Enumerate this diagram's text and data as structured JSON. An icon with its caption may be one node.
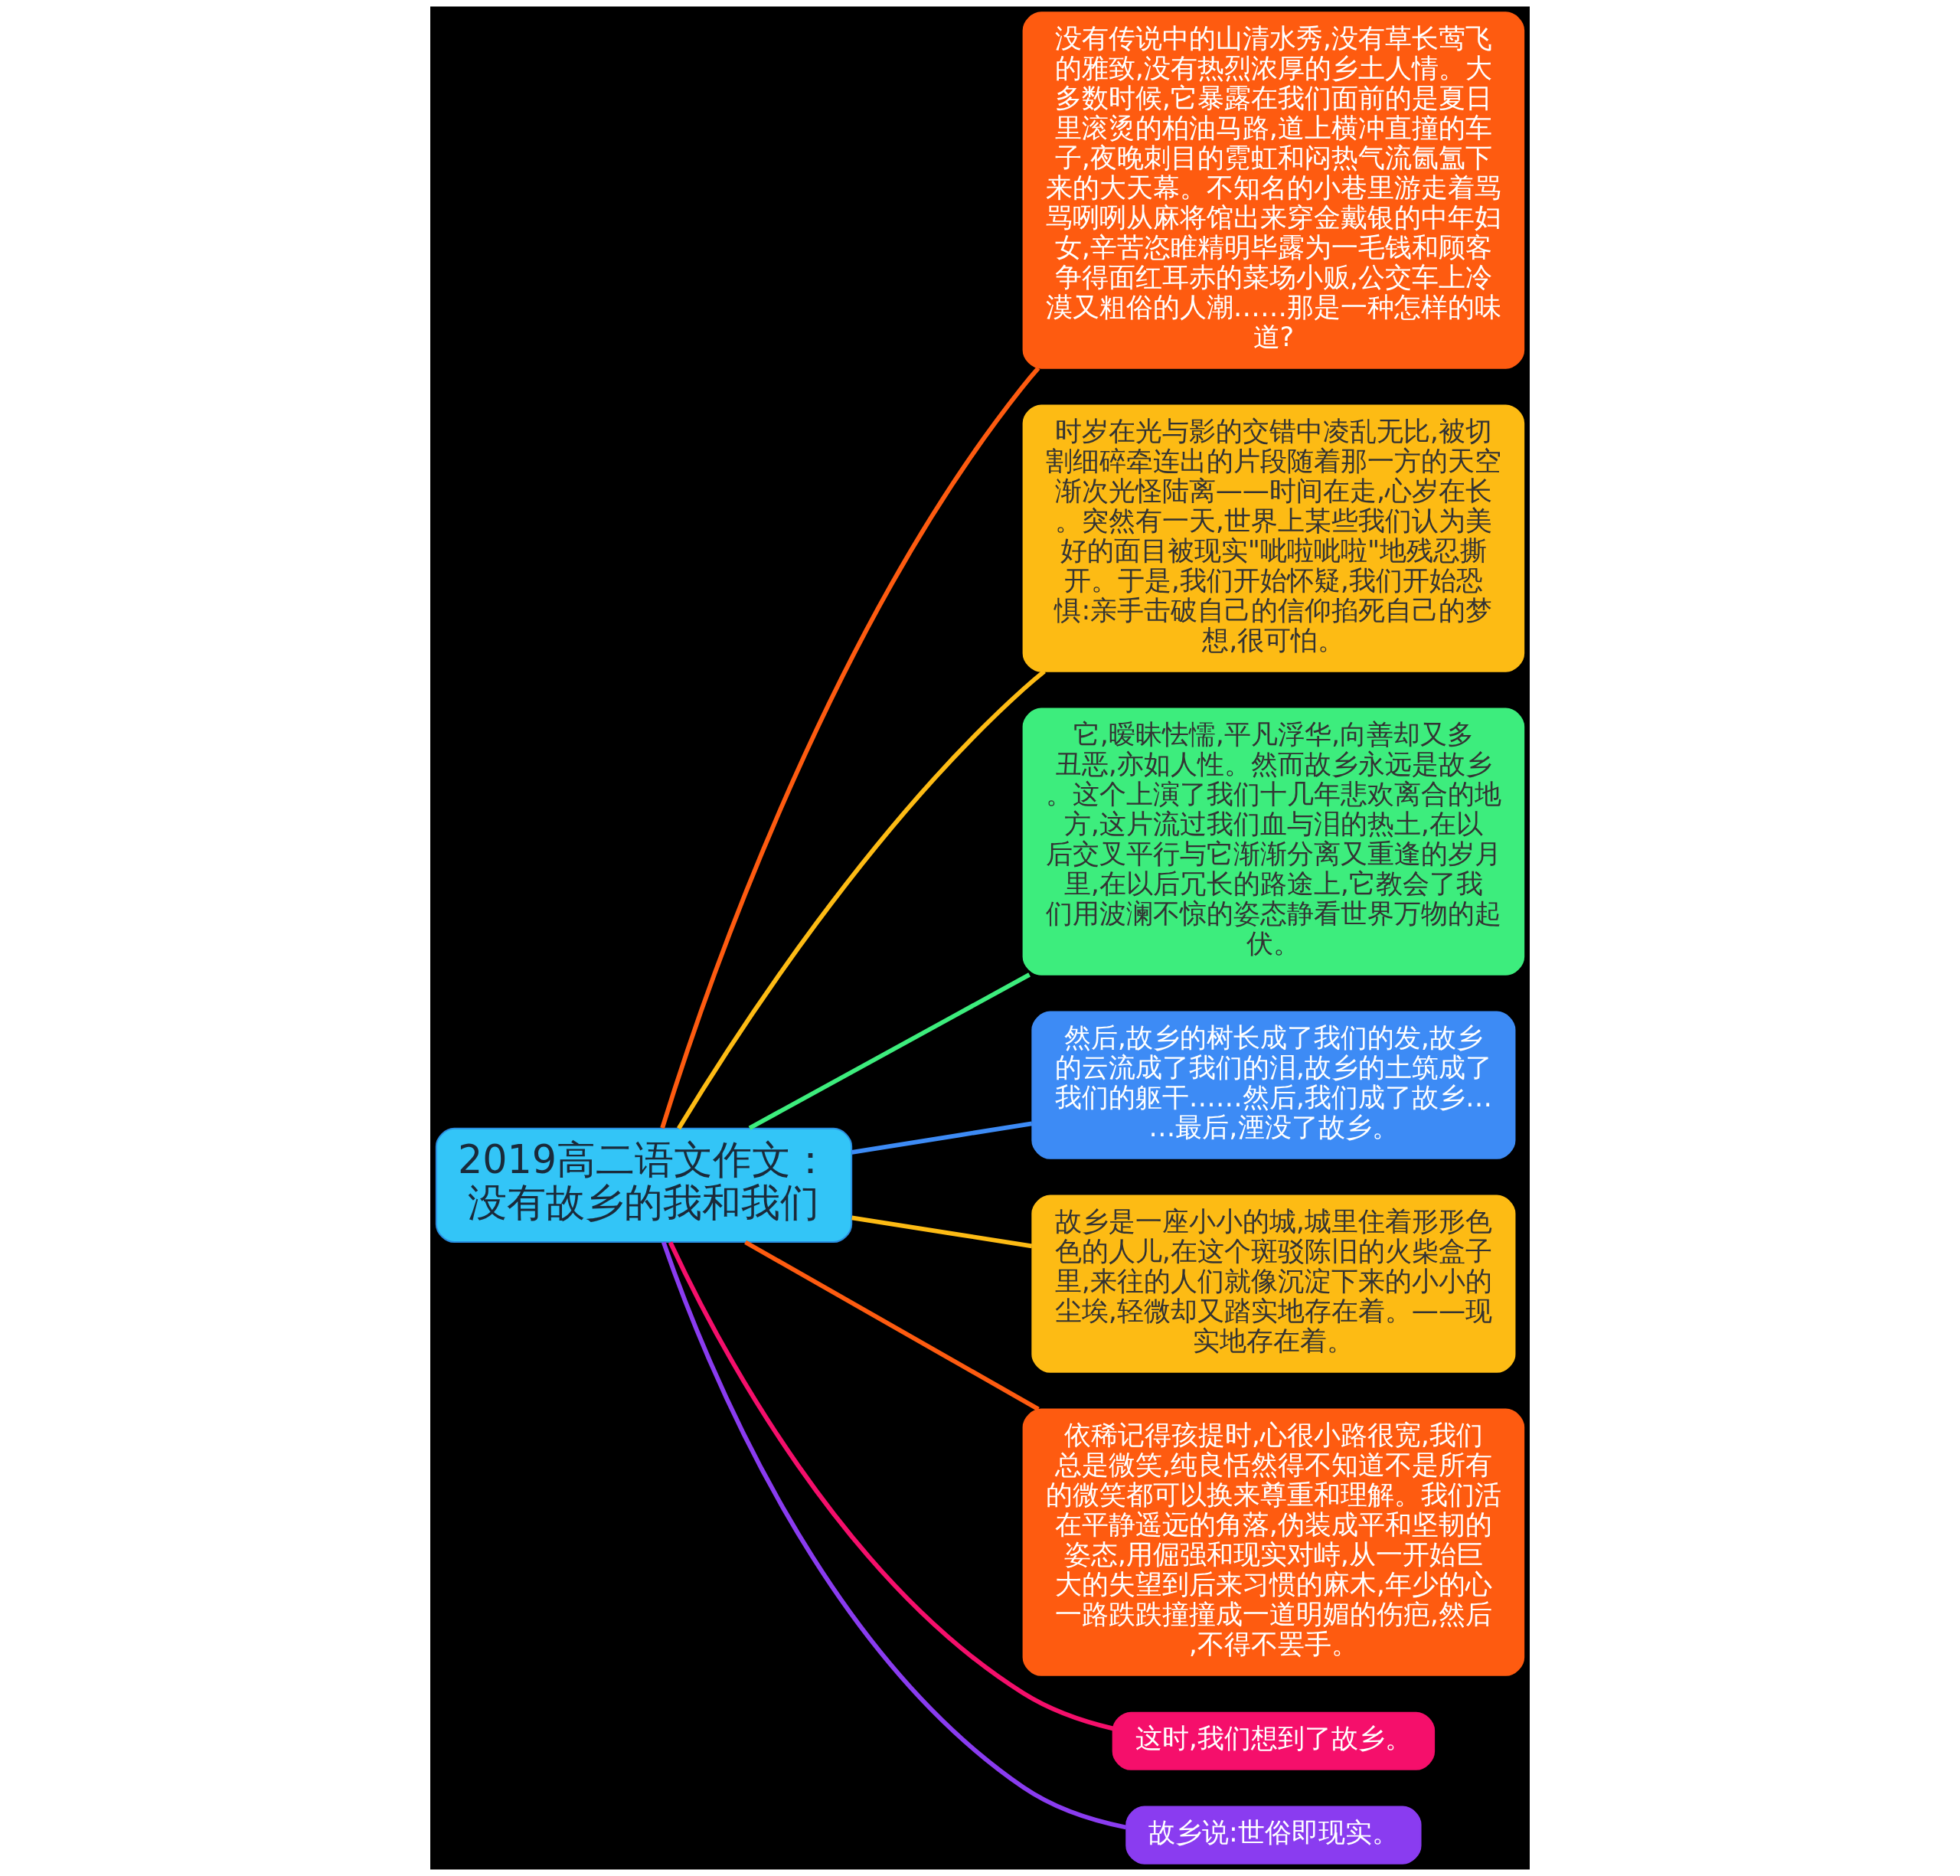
{
  "diagram": {
    "nodes": [
      {
        "text": [
          "2019高二语文作文：没有故乡的我和我们"
        ]
      },
      {
        "text": [
          "没有传说中的山清水秀,没有草长莺飞的雅致,没有热烈浓厚的乡土人情。大多数时候,它暴露在我们面前的是夏日里滚烫的柏油马路,道上横冲直撞的车子,夜晚刺目的霓虹和闷热气流氤氲下来的大天幕。不知名的小巷里游走着骂骂咧咧从麻将馆出来穿金戴银的中年妇女,辛苦恣睢精明毕露为一毛钱和顾客争得面红耳赤的菜场小贩,公交车上冷漠又粗俗的人潮……那是一种怎样的味道?"
        ]
      },
      {
        "text": [
          "时岁在光与影的交错中凌乱无比,被切割细碎牵连出的片段随着那一方的天空渐次光怪陆离——时间在走,心岁在长。突然有一天,世界上某些我们认为美好的面目被现实\"呲啦呲啦\"地残忍撕开。于是,我们开始怀疑,我们开始恐惧:亲手击破自己的信仰掐死自己的梦想,很可怕。"
        ]
      },
      {
        "text": [
          "它,暧昧怯懦,平凡浮华,向善却又多丑恶,亦如人性。然而故乡永远是故乡。这个上演了我们十几年悲欢离合的地方,这片流过我们血与泪的热土,在以后交叉平行与它渐渐分离又重逢的岁月里,在以后冗长的路途上,它教会了我们用波澜不惊的姿态静看世界万物的起伏。"
        ]
      },
      {
        "text": [
          "然后,故乡的树长成了我们的发,故乡的云流成了我们的泪,故乡的土筑成了我们的躯干……然后,我们成了故乡……最后,湮没了故乡。"
        ]
      },
      {
        "text": [
          "故乡是一座小小的城,城里住着形形色色的人儿,在这个斑驳陈旧的火柴盒子里,来往的人们就像沉淀下来的小小的尘埃,轻微却又踏实地存在着。——现实地存在着。"
        ]
      },
      {
        "text": [
          "依稀记得孩提时,心很小路很宽,我们总是微笑,纯良恬然得不知道不是所有的微笑都可以换来尊重和理解。我们活在平静遥远的角落,伪装成平和坚韧的姿态,用倔强和现实对峙,从一开始巨大的失望到后来习惯的麻木,年少的心一路跌跌撞撞成一道明媚的伤疤,然后,不得不罢手。"
        ]
      },
      {
        "text": [
          "这时,我们想到了故乡。"
        ]
      },
      {
        "text": [
          "故乡说:世俗即现实。"
        ]
      }
    ],
    "edges": [
      {
        "from": 0,
        "to": 1,
        "arrow": "none",
        "color": "#fe5b10"
      },
      {
        "from": 0,
        "to": 2,
        "arrow": "none",
        "color": "#fdbb14"
      },
      {
        "from": 0,
        "to": 3,
        "arrow": "none",
        "color": "#3ded7d"
      },
      {
        "from": 0,
        "to": 4,
        "arrow": "none",
        "color": "#3d8bf5"
      },
      {
        "from": 0,
        "to": 5,
        "arrow": "none",
        "color": "#fdbb14"
      },
      {
        "from": 0,
        "to": 6,
        "arrow": "none",
        "color": "#fe5b10"
      },
      {
        "from": 0,
        "to": 7,
        "arrow": "none",
        "color": "#f50f6b"
      },
      {
        "from": 0,
        "to": 8,
        "arrow": "none",
        "color": "#8a3cf0"
      }
    ]
  }
}
